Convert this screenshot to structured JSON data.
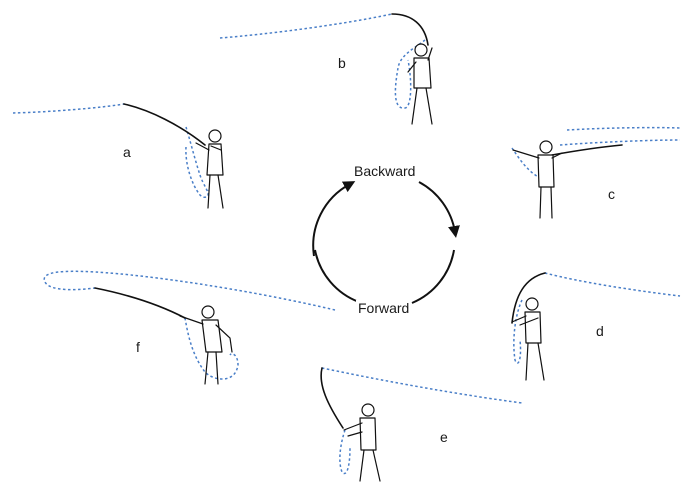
{
  "cycle": {
    "backward_label": "Backward",
    "forward_label": "Forward"
  },
  "stages": [
    {
      "id": "a",
      "label": "a"
    },
    {
      "id": "b",
      "label": "b"
    },
    {
      "id": "c",
      "label": "c"
    },
    {
      "id": "d",
      "label": "d"
    },
    {
      "id": "e",
      "label": "e"
    },
    {
      "id": "f",
      "label": "f"
    }
  ],
  "colors": {
    "fly_line": "#4a7fc8",
    "rod": "#111111",
    "arrow": "#111111"
  }
}
